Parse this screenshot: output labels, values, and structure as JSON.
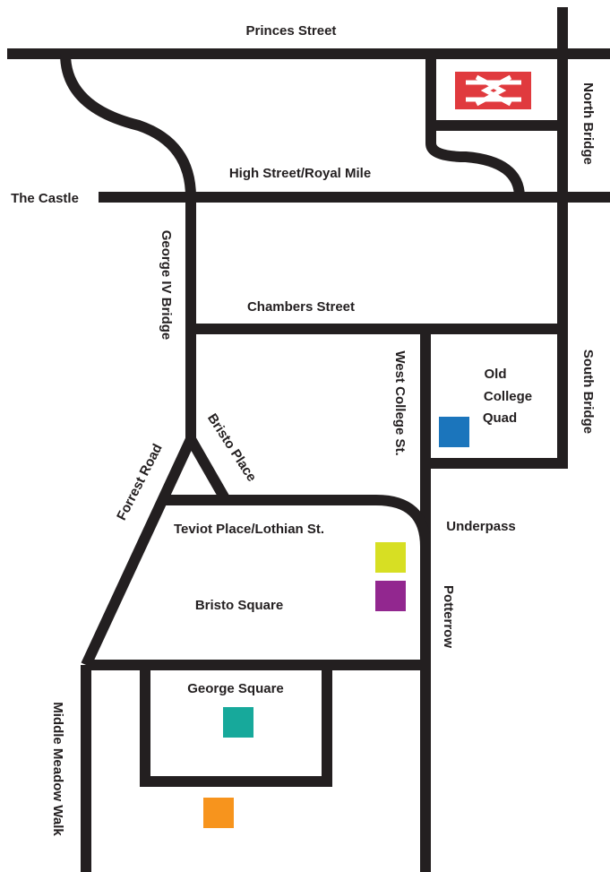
{
  "streets": {
    "princes_street": "Princes Street",
    "north_bridge": "North Bridge",
    "high_street": "High Street/Royal Mile",
    "the_castle": "The Castle",
    "george_iv_bridge": "George IV Bridge",
    "chambers_street": "Chambers Street",
    "west_college_st": "West College St.",
    "south_bridge": "South Bridge",
    "bristo_place": "Bristo Place",
    "forrest_road": "Forrest Road",
    "teviot_place": "Teviot Place/Lothian St.",
    "underpass": "Underpass",
    "potterrow": "Potterrow",
    "middle_meadow_walk": "Middle Meadow Walk"
  },
  "places": {
    "old_college_quad": [
      "Old",
      "College",
      "Quad"
    ],
    "bristo_square": "Bristo Square",
    "george_square": "George Square"
  },
  "markers": {
    "railway_station": {
      "icon": "railway-station-icon",
      "color": "#e03a3e"
    },
    "blue": {
      "color": "#1b75bc"
    },
    "yellow_green": {
      "color": "#d7df23"
    },
    "purple": {
      "color": "#92278f"
    },
    "teal": {
      "color": "#17a99b"
    },
    "orange": {
      "color": "#f7941d"
    }
  },
  "colors": {
    "road": "#231f20",
    "background": "#ffffff"
  }
}
